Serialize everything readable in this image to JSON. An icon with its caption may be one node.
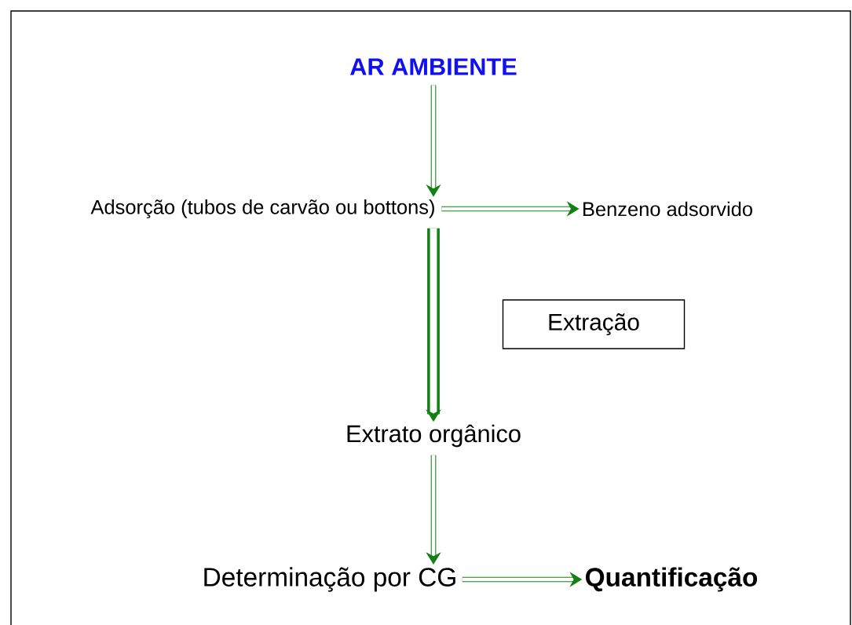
{
  "diagram": {
    "nodes": [
      {
        "text": [
          "AR AMBIENTE"
        ]
      },
      {
        "text": [
          "Adsorção (tubos de carvão ou bottons)"
        ]
      },
      {
        "text": [
          "Benzeno adsorvido"
        ]
      },
      {
        "text": [
          "Extração"
        ]
      },
      {
        "text": [
          "Extrato orgânico"
        ]
      },
      {
        "text": [
          "Determinação por CG"
        ]
      },
      {
        "text": [
          "Quantificação"
        ]
      }
    ],
    "edges": [
      {
        "from": 0,
        "to": 1,
        "arrow": "to"
      },
      {
        "from": 1,
        "to": 2,
        "arrow": "to"
      },
      {
        "from": 1,
        "to": 4,
        "arrow": "to",
        "style": "thick"
      },
      {
        "from": 4,
        "to": 5,
        "arrow": "to"
      },
      {
        "from": 5,
        "to": 6,
        "arrow": "to"
      }
    ]
  }
}
